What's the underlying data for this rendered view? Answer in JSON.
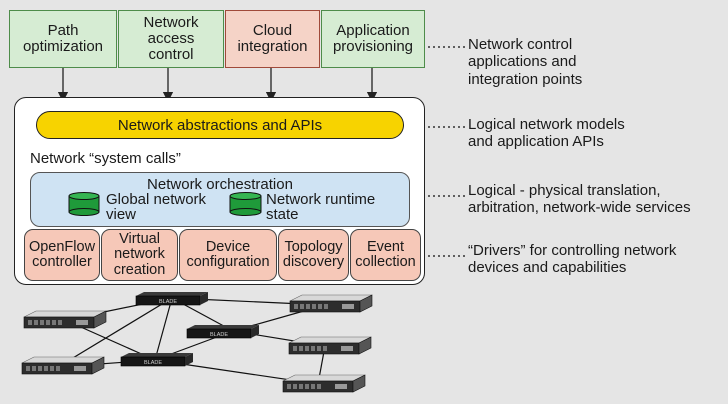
{
  "apps": [
    {
      "label": "Path\noptimization",
      "color": "green"
    },
    {
      "label": "Network\naccess\ncontrol",
      "color": "green"
    },
    {
      "label": "Cloud\nintegration",
      "color": "pink"
    },
    {
      "label": "Application\nprovisioning",
      "color": "green"
    }
  ],
  "controller": {
    "abstractions": "Network abstractions and APIs",
    "system_calls": "Network “system calls”",
    "orchestration": {
      "title": "Network orchestration",
      "global_view": "Global network\nview",
      "runtime_state": "Network runtime\nstate"
    },
    "drivers": [
      "OpenFlow\ncontroller",
      "Virtual\nnetwork\ncreation",
      "Device\nconfiguration",
      "Topology\ndiscovery",
      "Event\ncollection"
    ]
  },
  "notes": [
    "Network control\napplications and\nintegration points",
    "Logical network models\nand application APIs",
    "Logical - physical translation,\narbitration, network-wide services",
    "“Drivers” for controlling network\ndevices and capabilities"
  ],
  "switch_label": "BLADE",
  "colors": {
    "app_green": "#d6ecd3",
    "app_pink": "#f5d3c7",
    "abstractions_yellow": "#f7d300",
    "orchestration_blue": "#cfe3f3",
    "driver_salmon": "#f6c8b8",
    "database_green": "#1f9a3a",
    "background": "#e5e5e5"
  }
}
